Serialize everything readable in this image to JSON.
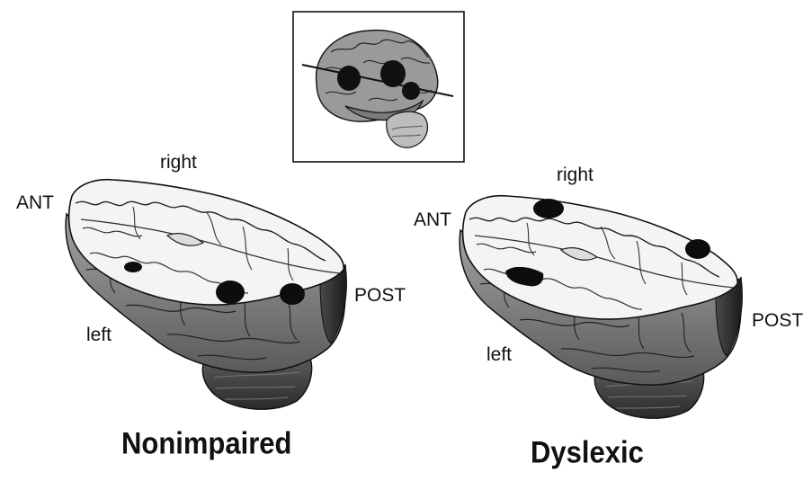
{
  "inset": {
    "description_icon": "brain-side-view-with-section-line"
  },
  "left_brain": {
    "top_label": "right",
    "front_label": "ANT",
    "back_label": "POST",
    "bottom_label": "left",
    "caption": "Nonimpaired"
  },
  "right_brain": {
    "top_label": "right",
    "front_label": "ANT",
    "back_label": "POST",
    "bottom_label": "left",
    "caption": "Dyslexic"
  },
  "colors": {
    "ink": "#111111",
    "cortex_fill": "#8a8a8a",
    "cortex_dark": "#3a3a3a",
    "white_matter": "#f4f4f4",
    "spot": "#0d0d0d"
  }
}
